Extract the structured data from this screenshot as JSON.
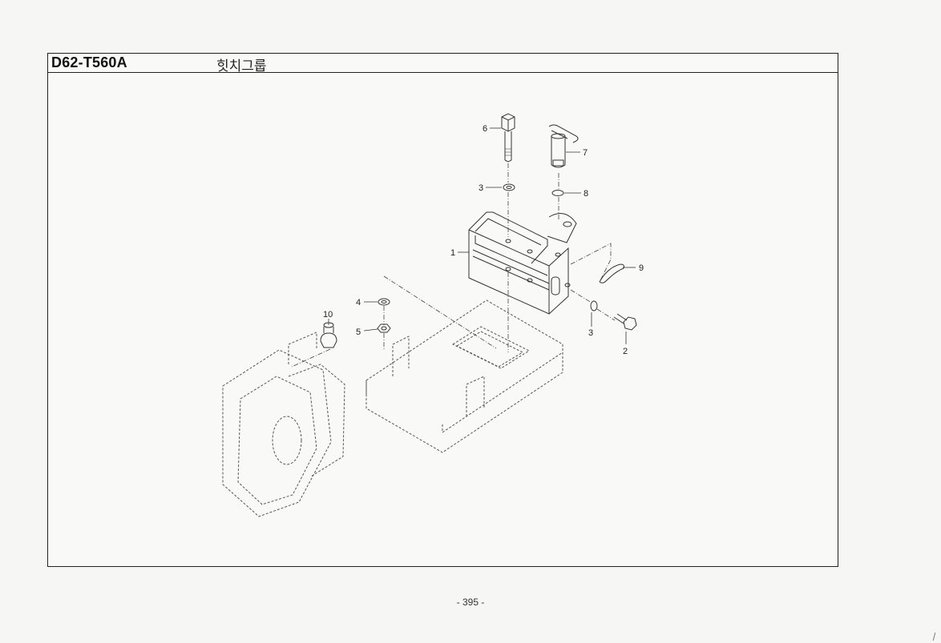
{
  "header": {
    "code": "D62-T560A",
    "title": "힛치그룹"
  },
  "callouts": [
    {
      "id": "c6",
      "label": "6"
    },
    {
      "id": "c7",
      "label": "7"
    },
    {
      "id": "c3a",
      "label": "3"
    },
    {
      "id": "c8",
      "label": "8"
    },
    {
      "id": "c1",
      "label": "1"
    },
    {
      "id": "c9",
      "label": "9"
    },
    {
      "id": "c4",
      "label": "4"
    },
    {
      "id": "c10",
      "label": "10"
    },
    {
      "id": "c5",
      "label": "5"
    },
    {
      "id": "c3b",
      "label": "3"
    },
    {
      "id": "c2",
      "label": "2"
    }
  ],
  "footer": {
    "page_number": "- 395 -"
  }
}
